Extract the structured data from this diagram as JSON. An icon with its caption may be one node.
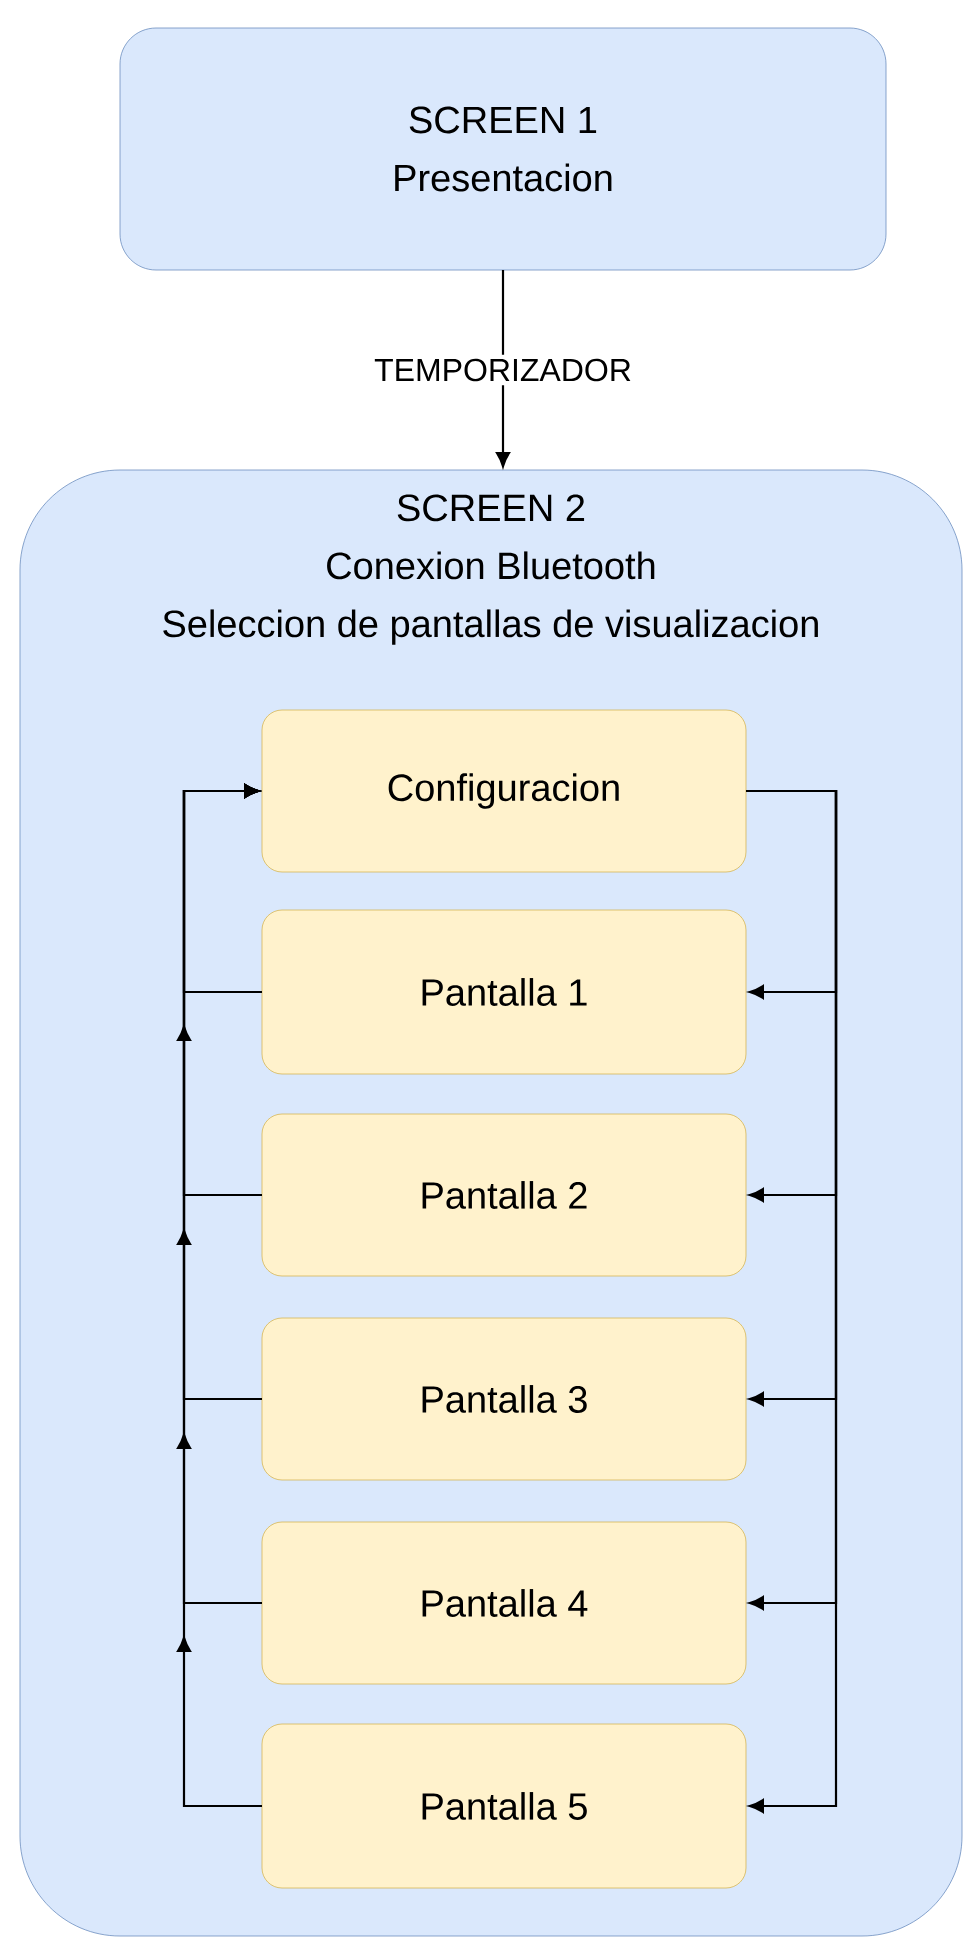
{
  "diagram": {
    "nodes": [
      {
        "text": [
          "SCREEN 1",
          "Presentacion"
        ]
      },
      {
        "text": [
          "SCREEN 2",
          "Conexion Bluetooth",
          "Seleccion de pantallas de visualizacion"
        ]
      },
      {
        "text": [
          "Configuracion"
        ],
        "in": 1
      },
      {
        "text": [
          "Pantalla 1"
        ],
        "in": 1
      },
      {
        "text": [
          "Pantalla 2"
        ],
        "in": 1
      },
      {
        "text": [
          "Pantalla 3"
        ],
        "in": 1
      },
      {
        "text": [
          "Pantalla 4"
        ],
        "in": 1
      },
      {
        "text": [
          "Pantalla 5"
        ],
        "in": 1
      }
    ],
    "edges": [
      {
        "from": 0,
        "to": 1,
        "arrow": "to",
        "label": "TEMPORIZADOR"
      },
      {
        "from": 2,
        "to": 3,
        "arrow": "to"
      },
      {
        "from": 2,
        "to": 4,
        "arrow": "to"
      },
      {
        "from": 2,
        "to": 5,
        "arrow": "to"
      },
      {
        "from": 2,
        "to": 6,
        "arrow": "to"
      },
      {
        "from": 2,
        "to": 7,
        "arrow": "to"
      },
      {
        "from": 3,
        "to": 2,
        "arrow": "to"
      },
      {
        "from": 4,
        "to": 2,
        "arrow": "to"
      },
      {
        "from": 5,
        "to": 2,
        "arrow": "to"
      },
      {
        "from": 6,
        "to": 2,
        "arrow": "to"
      },
      {
        "from": 7,
        "to": 2,
        "arrow": "to"
      }
    ]
  }
}
